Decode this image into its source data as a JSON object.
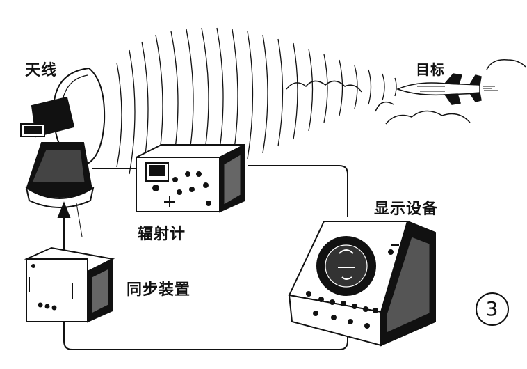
{
  "labels": {
    "antenna": "天线",
    "target": "目标",
    "radiometer": "辐射计",
    "display": "显示设备",
    "sync": "同步装置",
    "figure_number": "3"
  },
  "colors": {
    "ink": "#111111",
    "paper": "#ffffff"
  }
}
